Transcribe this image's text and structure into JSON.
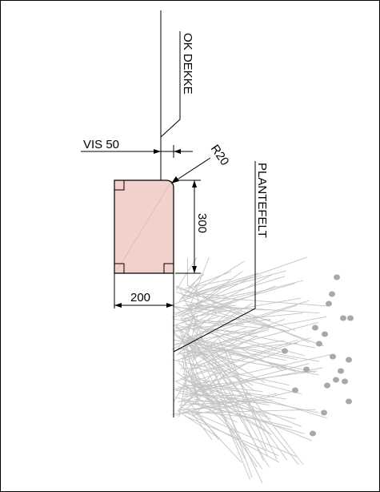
{
  "labels": {
    "ok_dekke": "OK DEKKE",
    "vis": "VIS 50",
    "radius": "R20",
    "plantefelt": "PLANTEFELT",
    "height_dim": "300",
    "width_dim": "200"
  },
  "colors": {
    "stone_fill": "#f2d0cc",
    "line": "#000000",
    "grass": "#c4c4c4",
    "seed": "#a8a8a8"
  }
}
